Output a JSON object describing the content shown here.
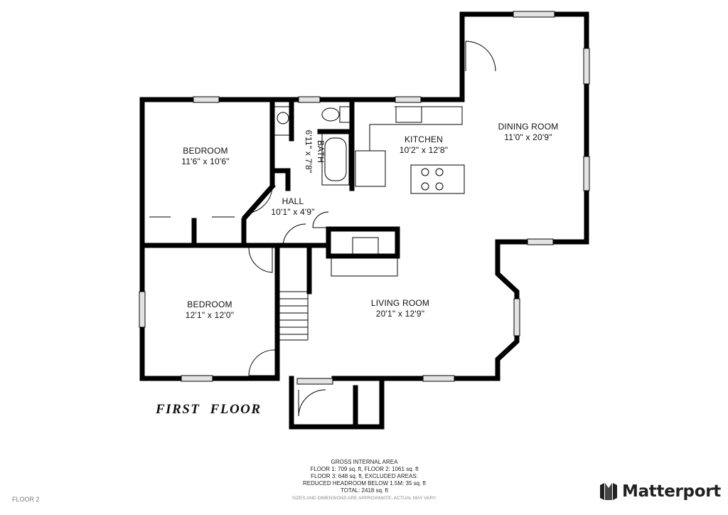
{
  "floor_title": "FIRST  FLOOR",
  "rooms": [
    {
      "name": "BEDROOM",
      "dims": "11'6\" x 10'6\""
    },
    {
      "name": "BATH",
      "dims": "6'11\" x 7'8\""
    },
    {
      "name": "KITCHEN",
      "dims": "10'2\" x 12'8\""
    },
    {
      "name": "DINING ROOM",
      "dims": "11'0\" x 20'9\""
    },
    {
      "name": "HALL",
      "dims": "10'1\" x 4'9\""
    },
    {
      "name": "BEDROOM",
      "dims": "12'1\" x 12'0\""
    },
    {
      "name": "LIVING ROOM",
      "dims": "20'1\" x 12'9\""
    }
  ],
  "area_summary": {
    "lines": [
      "GROSS INTERNAL AREA",
      "FLOOR 1: 709 sq. ft, FLOOR 2: 1061 sq. ft",
      "FLOOR 3: 648 sq. ft, EXCLUDED AREAS:",
      "REDUCED HEADROOM BELOW 1.5M: 35 sq. ft",
      "TOTAL: 2418 sq. ft"
    ],
    "disclaimer": "SIZES AND DIMENSIONS ARE APPROXIMATE, ACTUAL MAY VARY."
  },
  "floor_tab": "FLOOR 2",
  "brand": "Matterport",
  "colors": {
    "wall": "#000000",
    "window": "#d8d8d8",
    "text": "#111111"
  }
}
